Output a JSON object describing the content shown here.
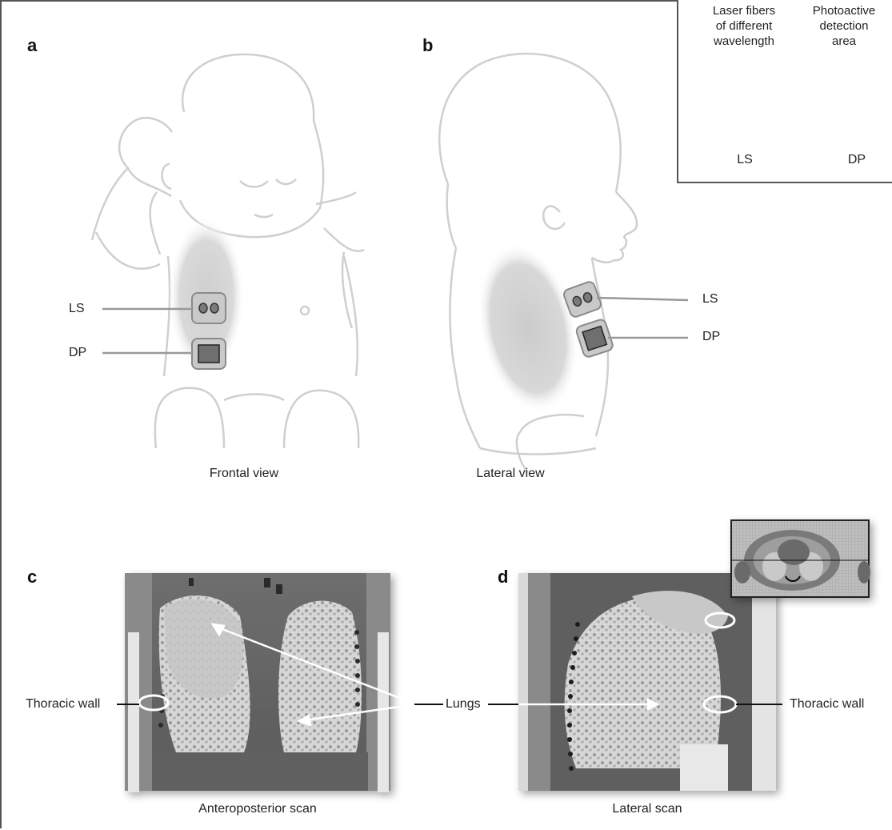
{
  "panels": {
    "a": "a",
    "b": "b",
    "c": "c",
    "d": "d"
  },
  "legend": {
    "ls_desc": [
      "Laser fibers",
      "of different",
      "wavelength"
    ],
    "dp_desc": [
      "Photoactive",
      "detection",
      "area"
    ],
    "ls_label": "LS",
    "dp_label": "DP"
  },
  "panel_a": {
    "ls_label": "LS",
    "dp_label": "DP",
    "caption": "Frontal view"
  },
  "panel_b": {
    "ls_label": "LS",
    "dp_label": "DP",
    "caption": "Lateral view"
  },
  "panel_c": {
    "wall_label": "Thoracic wall",
    "caption": "Anteroposterior scan"
  },
  "panel_d": {
    "lungs_label": "Lungs",
    "wall_label": "Thoracic wall",
    "caption": "Lateral scan"
  }
}
